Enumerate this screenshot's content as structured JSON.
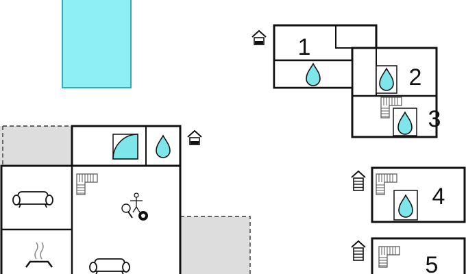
{
  "colors": {
    "wall": "#111111",
    "pool_fill": "#8ef0f4",
    "pool_stroke": "#3aa9ae",
    "water": "#7ee6ea",
    "terrace": "#dddddd",
    "terrace_stroke": "#333333",
    "background": "#ffffff"
  },
  "apartments": [
    {
      "number": "1"
    },
    {
      "number": "2"
    },
    {
      "number": "3"
    },
    {
      "number": "4"
    },
    {
      "number": "5"
    }
  ],
  "icons": {
    "pool": "pool",
    "bathroom": "water-drop-icon",
    "shower": "shower-icon",
    "entrance": "house-entrance-icon",
    "stairs": "stairs-icon",
    "sofa": "sofa-icon",
    "table_football": "table-football-icon",
    "table_tennis": "table-tennis-icon",
    "billiards": "billiard-ball-icon",
    "fireplace": "fireplace-icon"
  }
}
